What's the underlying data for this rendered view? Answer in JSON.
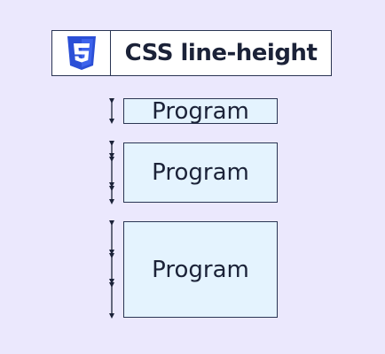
{
  "header": {
    "logo": "css3-shield-icon",
    "title": "CSS line-height"
  },
  "examples": [
    {
      "label": "Program"
    },
    {
      "label": "Program"
    },
    {
      "label": "Program"
    }
  ],
  "colors": {
    "background": "#ebe8fd",
    "box_fill": "#e4f3fe",
    "stroke": "#2a3553",
    "logo_blue": "#2b4fd6"
  }
}
